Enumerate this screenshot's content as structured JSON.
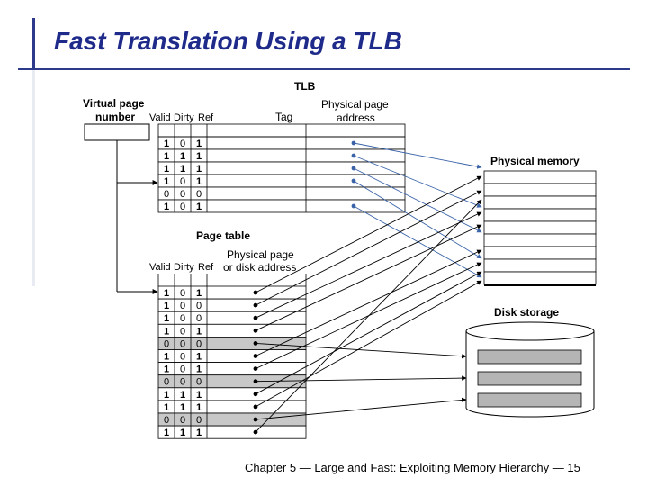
{
  "slide": {
    "title": "Fast Translation Using a TLB",
    "footer": "Chapter 5 — Large and Fast: Exploiting Memory Hierarchy — 15"
  },
  "diagram": {
    "virtual_page_label_line1": "Virtual page",
    "virtual_page_label_line2": "number",
    "tlb": {
      "title": "TLB",
      "headers": {
        "valid": "Valid",
        "dirty": "Dirty",
        "ref": "Ref",
        "tag": "Tag",
        "address_line1": "Physical page",
        "address_line2": "address"
      },
      "rows": [
        [
          "1",
          "0",
          "1"
        ],
        [
          "1",
          "1",
          "1"
        ],
        [
          "1",
          "1",
          "1"
        ],
        [
          "1",
          "0",
          "1"
        ],
        [
          "0",
          "0",
          "0"
        ],
        [
          "1",
          "0",
          "1"
        ]
      ]
    },
    "page_table": {
      "title": "Page table",
      "headers": {
        "valid": "Valid",
        "dirty": "Dirty",
        "ref": "Ref",
        "address_line1": "Physical page",
        "address_line2": "or disk address"
      },
      "rows": [
        [
          "1",
          "0",
          "1"
        ],
        [
          "1",
          "0",
          "0"
        ],
        [
          "1",
          "0",
          "0"
        ],
        [
          "1",
          "0",
          "1"
        ],
        [
          "0",
          "0",
          "0"
        ],
        [
          "1",
          "0",
          "1"
        ],
        [
          "1",
          "0",
          "1"
        ],
        [
          "0",
          "0",
          "0"
        ],
        [
          "1",
          "1",
          "1"
        ],
        [
          "1",
          "1",
          "1"
        ],
        [
          "0",
          "0",
          "0"
        ],
        [
          "1",
          "1",
          "1"
        ]
      ]
    },
    "physical_memory_label": "Physical memory",
    "disk_storage_label": "Disk storage"
  }
}
